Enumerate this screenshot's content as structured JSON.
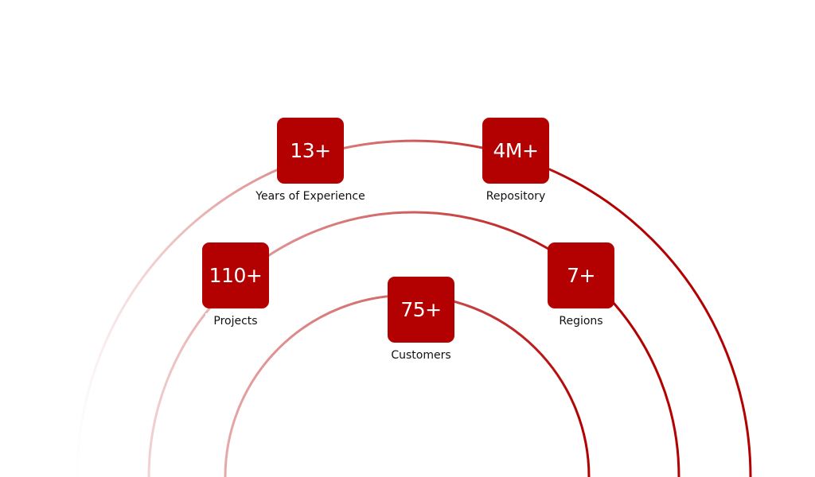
{
  "colors": {
    "accent": "#b30000"
  },
  "stats": [
    {
      "value": "13+",
      "label": "Years of Experience"
    },
    {
      "value": "4M+",
      "label": "Repository"
    },
    {
      "value": "110+",
      "label": "Projects"
    },
    {
      "value": "7+",
      "label": "Regions"
    },
    {
      "value": "75+",
      "label": "Customers"
    }
  ]
}
